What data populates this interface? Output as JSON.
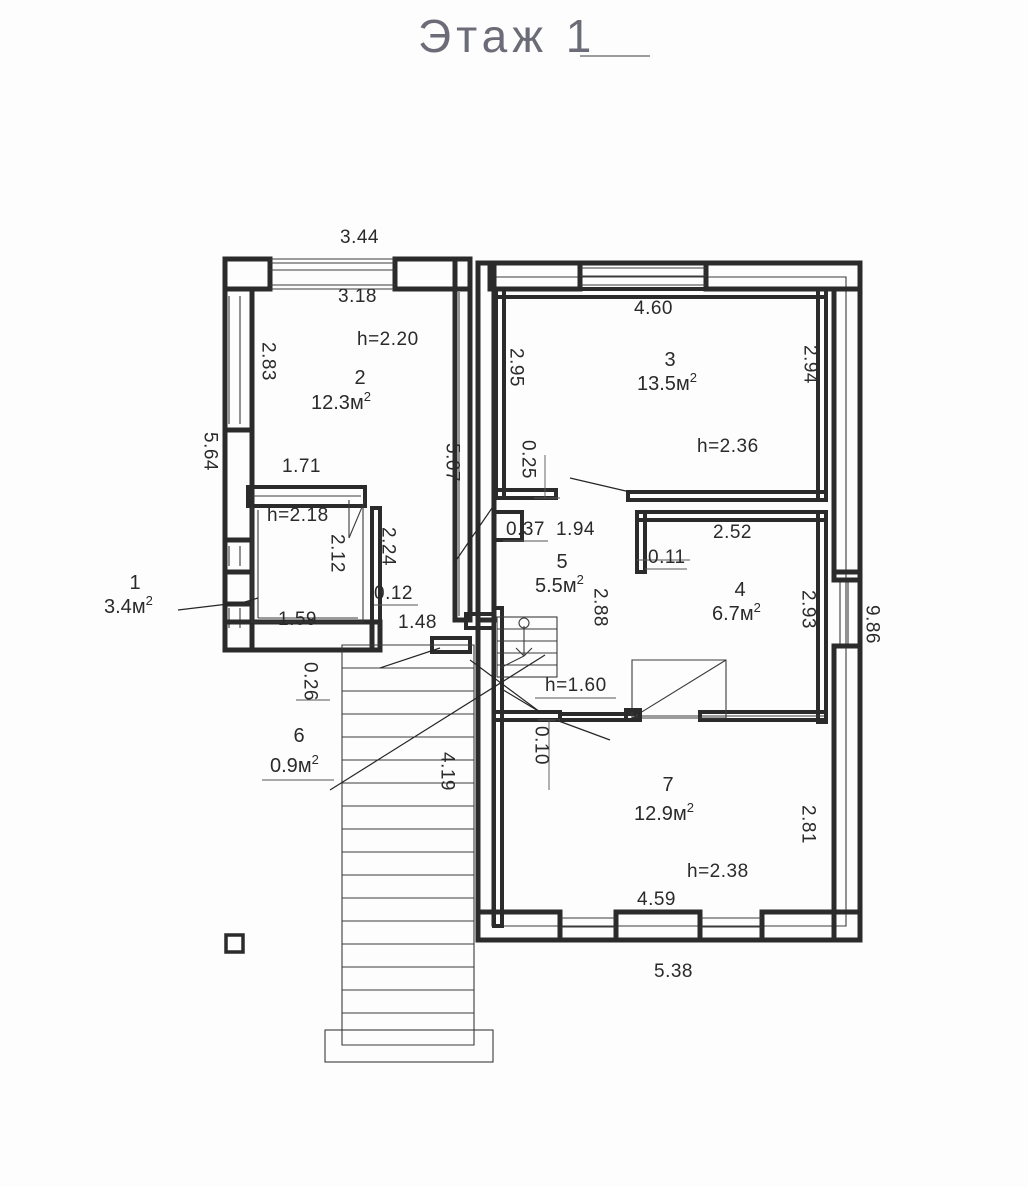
{
  "page": {
    "title": "Этаж 1",
    "title_underline": true,
    "background": "#fdfdfd",
    "ink": "#2b2b2b"
  },
  "rooms": [
    {
      "id": "room-1",
      "number": "1",
      "area": "3.4",
      "unit": "м",
      "sup": "2",
      "height": "h=2.18"
    },
    {
      "id": "room-2",
      "number": "2",
      "area": "12.3",
      "unit": "м",
      "sup": "2",
      "height": "h=2.20"
    },
    {
      "id": "room-3",
      "number": "3",
      "area": "13.5",
      "unit": "м",
      "sup": "2",
      "height": "h=2.36"
    },
    {
      "id": "room-4",
      "number": "4",
      "area": "6.7",
      "unit": "м",
      "sup": "2",
      "height": ""
    },
    {
      "id": "room-5",
      "number": "5",
      "area": "5.5",
      "unit": "м",
      "sup": "2",
      "height": "h=1.60"
    },
    {
      "id": "room-6",
      "number": "6",
      "area": "0.9",
      "unit": "м",
      "sup": "2",
      "height": ""
    },
    {
      "id": "room-7",
      "number": "7",
      "area": "12.9",
      "unit": "м",
      "sup": "2",
      "height": "h=2.38"
    }
  ],
  "dimensions": {
    "top_outer": "3.44",
    "top_inner_left": "3.18",
    "left_wall_upper": "2.83",
    "left_wall_total": "5.64",
    "mid_left_vertical": "5.07",
    "niche_width": "1.71",
    "niche_inner_h": "2.12",
    "niche_right_h": "2.24",
    "niche_bottom": "1.59",
    "pier_012": "0.12",
    "corridor_148": "1.48",
    "step_026": "0.26",
    "stair_length": "4.19",
    "room3_top": "4.60",
    "room3_left": "2.95",
    "room3_right": "2.94",
    "offset_025": "0.25",
    "offset_037": "0.37",
    "offset_194": "1.94",
    "offset_011": "0.11",
    "room4_top": "2.52",
    "room4_right": "2.93",
    "corridor_288": "2.88",
    "offset_010": "0.10",
    "room7_bottom_inner": "4.59",
    "room7_bottom_outer": "5.38",
    "room7_right": "2.81",
    "right_wall_total": "9.86"
  },
  "labels": {
    "h_220": "h=2.20",
    "h_218": "h=2.18",
    "h_236": "h=2.36",
    "h_160": "h=1.60",
    "h_238": "h=2.38"
  },
  "symbols": {
    "interior_stair": "stair-up-arrow",
    "exterior_stair": "exterior-stair-treads",
    "door_swing": "door-swing-diagonal",
    "marker_square": "small-square-marker"
  }
}
